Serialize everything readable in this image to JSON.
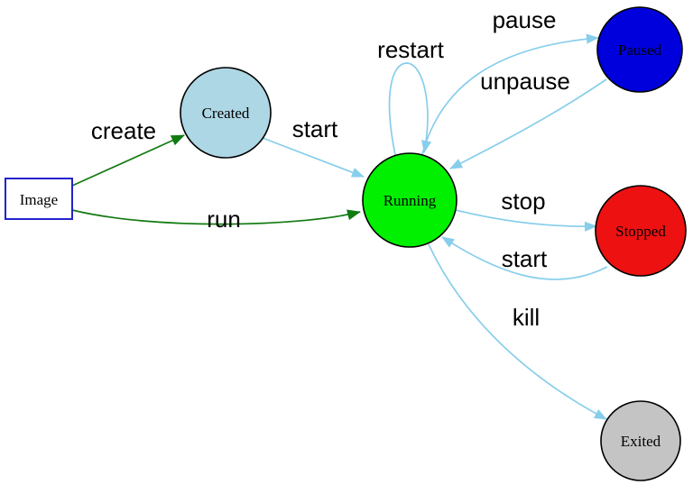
{
  "diagram": {
    "background": "#ffffff",
    "nodes": {
      "image": {
        "label": "Image",
        "shape": "rectangle",
        "fill": "#ffffff",
        "stroke": "#2323cc"
      },
      "created": {
        "label": "Created",
        "shape": "circle",
        "fill": "#aed7e5",
        "stroke": "#000000"
      },
      "running": {
        "label": "Running",
        "shape": "circle",
        "fill": "#00f000",
        "stroke": "#000000"
      },
      "paused": {
        "label": "Paused",
        "shape": "circle",
        "fill": "#0000dd",
        "stroke": "#000000"
      },
      "stopped": {
        "label": "Stopped",
        "shape": "circle",
        "fill": "#ee1111",
        "stroke": "#000000"
      },
      "exited": {
        "label": "Exited",
        "shape": "circle",
        "fill": "#c4c4c4",
        "stroke": "#000000"
      }
    },
    "edges": {
      "create": {
        "label": "create",
        "from": "image",
        "to": "created",
        "color": "#117a11"
      },
      "run": {
        "label": "run",
        "from": "image",
        "to": "running",
        "color": "#117a11"
      },
      "start_from_created": {
        "label": "start",
        "from": "created",
        "to": "running",
        "color": "#87ceeb"
      },
      "restart": {
        "label": "restart",
        "from": "running",
        "to": "running",
        "color": "#87ceeb"
      },
      "pause": {
        "label": "pause",
        "from": "running",
        "to": "paused",
        "color": "#87ceeb"
      },
      "unpause": {
        "label": "unpause",
        "from": "paused",
        "to": "running",
        "color": "#87ceeb"
      },
      "stop": {
        "label": "stop",
        "from": "running",
        "to": "stopped",
        "color": "#87ceeb"
      },
      "start_from_stopped": {
        "label": "start",
        "from": "stopped",
        "to": "running",
        "color": "#87ceeb"
      },
      "kill": {
        "label": "kill",
        "from": "running",
        "to": "exited",
        "color": "#87ceeb"
      }
    },
    "colors": {
      "flow_edge": "#87ceeb",
      "image_edge": "#117a11",
      "text": "#000000"
    }
  }
}
